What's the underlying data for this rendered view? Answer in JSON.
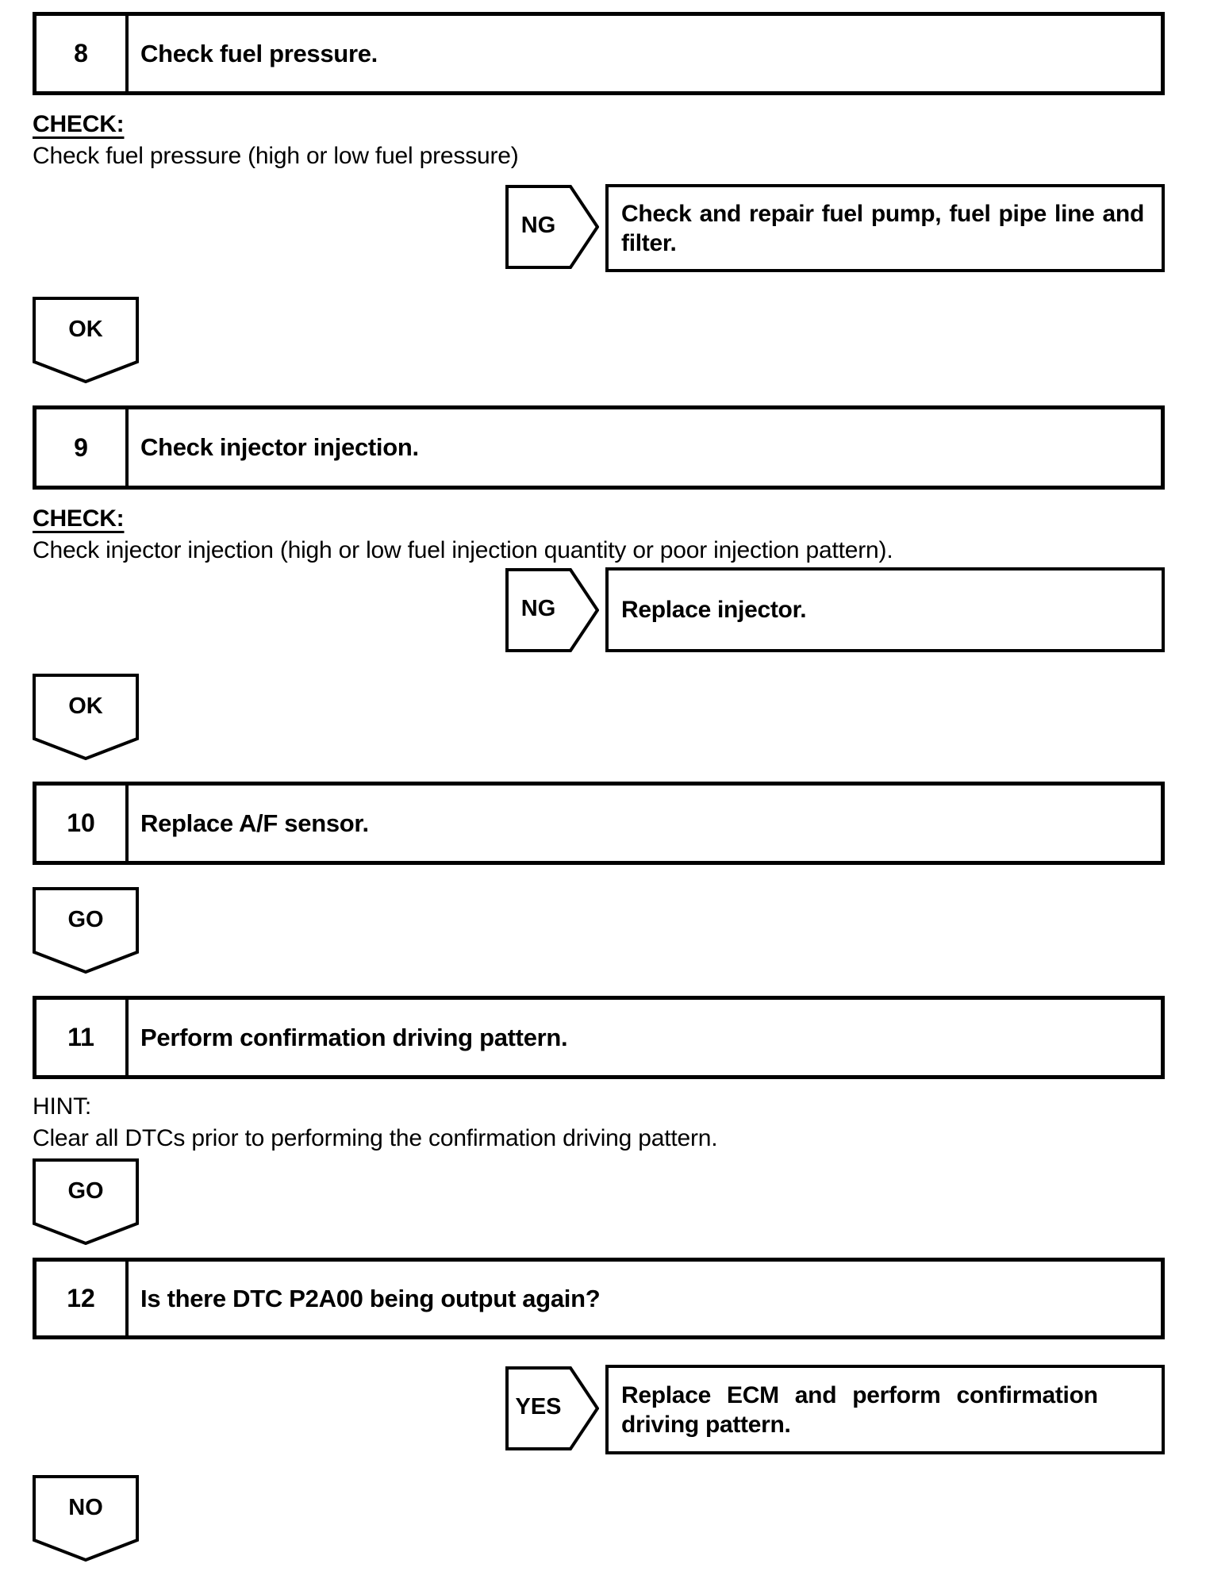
{
  "colors": {
    "ink": "#000000",
    "paper": "#ffffff"
  },
  "flow": {
    "steps": [
      {
        "number": "8",
        "title": "Check fuel pressure."
      },
      {
        "number": "9",
        "title": "Check injector injection."
      },
      {
        "number": "10",
        "title": "Replace A/F sensor."
      },
      {
        "number": "11",
        "title": "Perform confirmation driving pattern."
      },
      {
        "number": "12",
        "title": "Is there DTC P2A00 being output again?"
      }
    ],
    "notes": [
      {
        "label": "CHECK:",
        "body": "Check fuel pressure (high or low fuel pressure)"
      },
      {
        "label": "CHECK:",
        "body": "Check injector injection (high or low fuel injection quantity or poor injection pattern)."
      },
      {
        "label": "HINT:",
        "body": "Clear all DTCs prior to performing the confirmation driving pattern."
      }
    ],
    "branches": [
      {
        "label": "NG",
        "line1": "Check and repair fuel pump, fuel pipe line and",
        "line2": "filter."
      },
      {
        "label": "NG",
        "line1": "Replace injector.",
        "line2": ""
      },
      {
        "label": "YES",
        "line1": "Replace ECM and perform confirmation",
        "line2": "driving pattern."
      }
    ],
    "connectors": [
      {
        "label": "OK"
      },
      {
        "label": "OK"
      },
      {
        "label": "GO"
      },
      {
        "label": "GO"
      },
      {
        "label": "NO"
      }
    ]
  }
}
